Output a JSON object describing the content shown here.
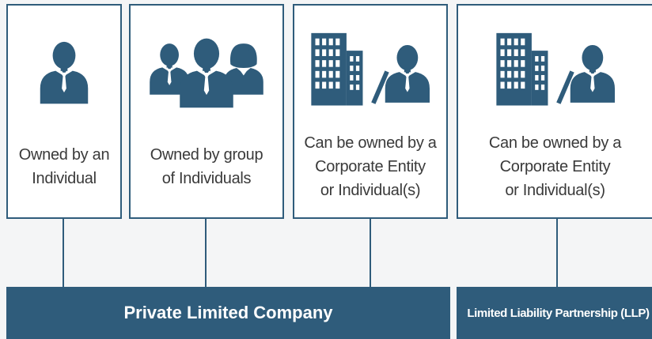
{
  "colors": {
    "accent": "#2f5c7b",
    "card_bg": "#ffffff",
    "page_bg": "#f4f5f6",
    "text": "#3a3a3a"
  },
  "cards": [
    {
      "icon": "single-person-icon",
      "text": "Owned by an\nIndividual"
    },
    {
      "icon": "group-of-people-icon",
      "text": "Owned by group\nof Individuals"
    },
    {
      "icon": "building-and-person-icon",
      "text": "Can be owned by a\nCorporate Entity\nor Individual(s)"
    },
    {
      "icon": "building-and-person-icon",
      "text": "Can be owned by a\nCorporate Entity\nor Individual(s)"
    }
  ],
  "bars": {
    "private_limited": "Private Limited Company",
    "llp": "Limited Liability Partnership (LLP)"
  }
}
